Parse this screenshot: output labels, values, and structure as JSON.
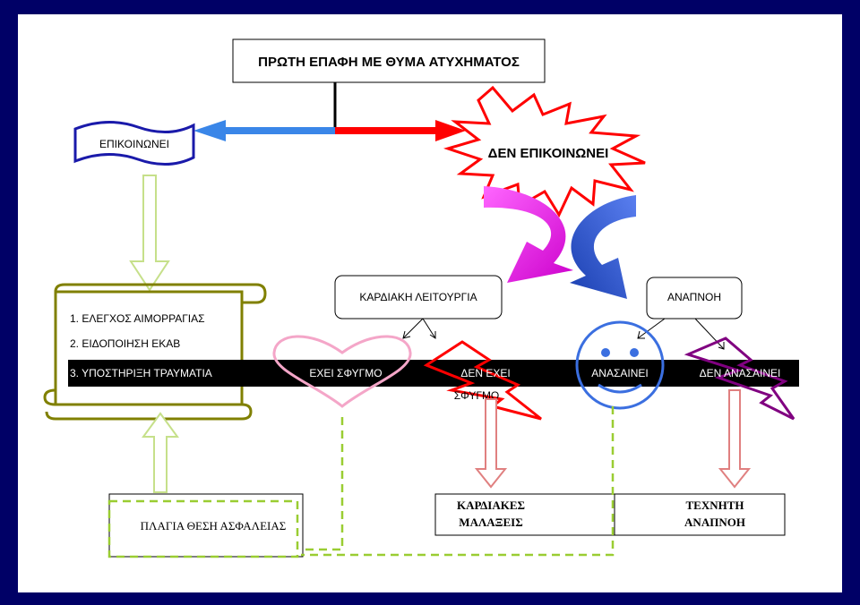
{
  "top_box": {
    "label": "ΠΡΩΤΗ ΕΠΑΦΗ ΜΕ ΘΥΜΑ ΑΤΥΧΗΜΑΤΟΣ"
  },
  "communicates": {
    "label": "ΕΠΙΚΟΙΝΩΝΕΙ"
  },
  "not_communicates": {
    "label": "ΔΕΝ ΕΠΙΚΟΙΝΩΝΕΙ"
  },
  "scroll": {
    "items": [
      "1. ΕΛΕΓΧΟΣ ΑΙΜΟΡΡΑΓΙΑΣ",
      "2. ΕΙΔΟΠΟΙΗΣΗ ΕΚΑΒ",
      "3. ΥΠΟΣΤΗΡΙΞΗ ΤΡΑΥΜΑΤΙΑ"
    ]
  },
  "cardiac_box": {
    "label": "ΚΑΡΔΙΑΚΗ ΛΕΙΤΟΥΡΓΙΑ"
  },
  "breathing_box": {
    "label": "ΑΝΑΠΝΟΗ"
  },
  "bar": {
    "has_pulse": "ΕΧΕΙ ΣΦΥΓΜΟ",
    "no_pulse_1": "ΔΕΝ ΕΧΕΙ",
    "no_pulse_2": "ΣΦΥΓΜΟ",
    "breathes": "ΑΝΑΣΑΙΝΕΙ",
    "not_breathes": "ΔΕΝ ΑΝΑΣΑΙΝΕΙ"
  },
  "recovery_box": {
    "label": "ΠΛΑΓΙΑ ΘΕΣΗ ΑΣΦΑΛΕΙΑΣ"
  },
  "cardiac_massage_box": {
    "line1": "ΚΑΡΔΙΑΚΕΣ",
    "line2": "ΜΑΛΑΞΕΙΣ"
  },
  "artificial_resp_box": {
    "line1": "ΤΕΧΝΗΤΗ",
    "line2": "ΑΝΑΠΝΟΗ"
  },
  "colors": {
    "background": "#000066",
    "blue_arrow": "#3a86e8",
    "red": "#ff0000",
    "olive": "#808000",
    "light_green": "#c6e08a",
    "dashed_green": "#9acd32",
    "magenta": "#ee00ee",
    "royal_blue": "#2a55d6",
    "pink": "#f4a6c8",
    "purple": "#800080",
    "salmon": "#e08080",
    "smiley_blue": "#3b6fe0"
  }
}
